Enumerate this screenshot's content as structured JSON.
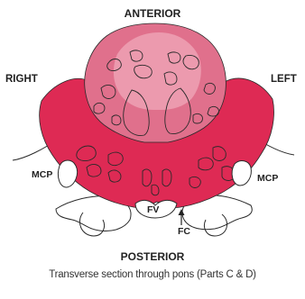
{
  "labels": {
    "anterior": "ANTERIOR",
    "posterior": "POSTERIOR",
    "right": "RIGHT",
    "left": "LEFT",
    "mcp_right": "MCP",
    "mcp_left": "MCP",
    "fv": "FV",
    "fc": "FC"
  },
  "caption": "Transverse section through pons (Parts C & D)",
  "colors": {
    "basilar_pink": "#e0708c",
    "basilar_light": "#ec9aae",
    "tegmentum_red": "#de2a54",
    "outline": "#2a2a2a",
    "label_text": "#222222"
  }
}
